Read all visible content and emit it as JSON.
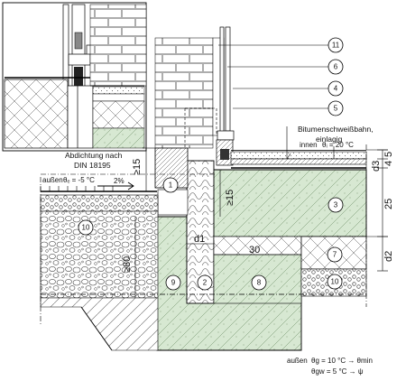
{
  "callouts": {
    "c1": "1",
    "c2": "2",
    "c3": "3",
    "c4": "4",
    "c5": "5",
    "c6": "6",
    "c7": "7",
    "c8": "8",
    "c9": "9",
    "c10a": "10",
    "c10b": "10",
    "c11": "11"
  },
  "labels": {
    "bitumen_line1": "Bitumenschweißbahn,",
    "bitumen_line2": "einlagig",
    "innen": "innen",
    "theta_in": "θᵢ =  20 °C",
    "abdichtung_line1": "Abdichtung nach",
    "abdichtung_line2": "DIN 18195",
    "aussen_top": "außen",
    "theta_out": "θₑ =  -5 °C",
    "slope": "2%",
    "aussen_bottom": "außen",
    "theta_g": "θg =  10 °C → θmin",
    "theta_gw": "θgw =   5 °C → ψ"
  },
  "dimensions": {
    "ge15_left": "≥15",
    "ge15_mid": "≥15",
    "ge80": "≥80",
    "d1": "d1",
    "d3": "d3",
    "d2": "d2",
    "v4": "4",
    "v5": "5",
    "v25": "25",
    "v30": "30"
  }
}
